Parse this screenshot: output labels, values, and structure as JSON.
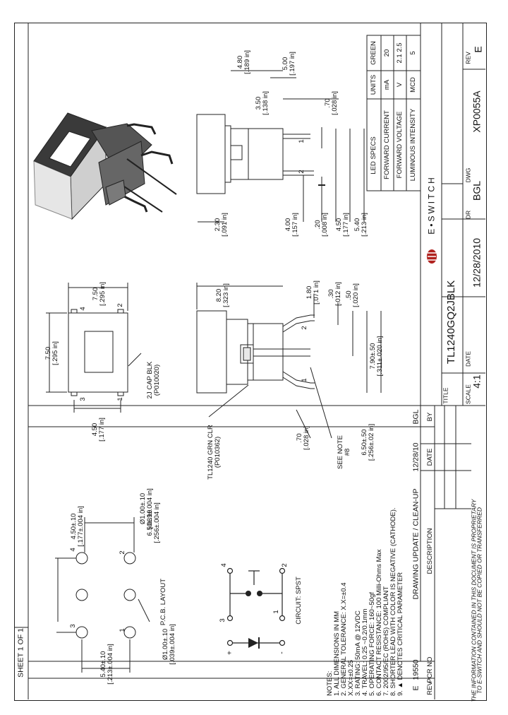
{
  "sheet": "SHEET 1 OF 1",
  "notes": {
    "heading": "NOTES:",
    "lines": [
      "1. ALL DIMENSIONS IN MM",
      "2. GENERAL TOLERANCE: X.X=±0.4",
      "      X.XX=±0.25",
      "3. RATING: 50mA @ 12VDC",
      "4. TRAVEL: 0.25 ~0.2/0.1mm",
      "5. OPERATING FORCE: 160~50gf",
      "6. CONTACT RESISTANCE: 100 Milli-Ohms Max",
      "7. 2002/95/EC (ROHS) COMPLIANT",
      "8. SHORTER LEAD WITH COLOR IS NEGATIVE (CATHODE).",
      "9. ▲ DENOTES CRITICAL PARAMETER"
    ]
  },
  "revisions": {
    "rev_header": "REV",
    "pcr_header": "PCR NO",
    "desc_header": "DESCRIPTION",
    "date_header": "DATE",
    "by_header": "BY",
    "rev": "E",
    "pcr": "19550",
    "desc": "DRAWING UPDATE / CLEAN-UP",
    "date": "12/28/10",
    "by": "BGL",
    "proprietary_1": "THE INFORMATION CONTAINED IN THIS DOCUMENT IS PROPRIETARY",
    "proprietary_2": "TO E-SWITCH AND SHOULD NOT BE COPIED OR TRANSFERRED"
  },
  "title_block": {
    "title_label": "TITLE",
    "title": "TL1240GQ2JBLK",
    "scale_label": "SCALE",
    "scale": "4:1",
    "date_label": "DATE",
    "date": "12/28/2010",
    "dr_label": "DR",
    "dr": "BGL",
    "dwg_label": "DWG",
    "dwg": "XP0055A",
    "rev_label": "REV",
    "rev": "E",
    "brand": "E•SWITCH"
  },
  "led_specs": {
    "title": "LED SPECS",
    "units_header": "UNITS",
    "color_header": "GREEN",
    "rows": [
      {
        "name": "FORWARD CURRENT",
        "unit": "mA",
        "value": "20"
      },
      {
        "name": "FORWARD VOLTAGE",
        "unit": "V",
        "value": "2.1 2.5"
      },
      {
        "name": "LUMINOUS INTENSITY",
        "unit": "MCD",
        "value": "5"
      }
    ]
  },
  "pcb": {
    "label": "P.C.B. LAYOUT",
    "dim_650": "6.50±.10",
    "dim_650_in": "[.256±.004 in]",
    "dim_450": "4.50±.10",
    "dim_450_in": "[.177±.004 in]",
    "dim_540": "5.40±.10",
    "dim_540_in": "[.213±.004 in]",
    "dim_hole_a": "Ø1.00±.10",
    "dim_hole_a_in": "[.039±.004 in]",
    "dim_hole_b": "Ø1.00±.10",
    "dim_hole_b_in": "[.039±.004 in]",
    "pins": [
      "1",
      "2",
      "3",
      "4"
    ]
  },
  "circuit": {
    "label": "CIRCUIT: SPST",
    "plus": "+",
    "minus": "-",
    "pins": [
      "1",
      "2",
      "3",
      "4"
    ]
  },
  "top_view": {
    "dim_750_a": "7.50",
    "dim_750_a_in": "[.295 in]",
    "dim_750_b": "7.50",
    "dim_750_b_in": "[.295 in]",
    "dim_450": "4.50",
    "dim_450_in": "[.177 in]",
    "cap_label_1": "2J CAP BLK",
    "cap_label_2": "(P010020)",
    "pins": [
      "1",
      "2",
      "3",
      "4"
    ]
  },
  "side_view": {
    "dim_820": "8.20",
    "dim_820_in": "[.323 in]",
    "dim_180": "1.80",
    "dim_180_in": "[.071 in]",
    "dim_30": ".30",
    "dim_30_in": "[.012 in]",
    "dim_50": ".50",
    "dim_50_in": "[.020 in]",
    "dim_790": "7.90±.50",
    "dim_790_in": "[.311±.020 in]",
    "dim_650": "6.50±.50",
    "dim_650_in": "[.256±.02 in]",
    "dim_70": ".70",
    "dim_70_in": "[.028 in]",
    "see_note_1": "SEE NOTE",
    "see_note_2": "#8",
    "body_label_1": "TL1240 GRN CLR",
    "body_label_2": "(P010362)",
    "pins": [
      "1",
      "2"
    ]
  },
  "front_view": {
    "dim_480": "4.80",
    "dim_480_in": "[.189 in]",
    "dim_500": "5.00",
    "dim_500_in": "[.197 in]",
    "dim_350": "3.50",
    "dim_350_in": "[.138 in]",
    "dim_70": ".70",
    "dim_70_in": "[.028 in]",
    "dim_230": "2.30",
    "dim_230_in": "[.091 in]",
    "dim_400": "4.00",
    "dim_400_in": "[.157 in]",
    "dim_20": ".20",
    "dim_20_in": "[.008 in]",
    "dim_450": "4.50",
    "dim_450_in": "[.177 in]",
    "dim_540": "5.40",
    "dim_540_in": "[.213 in]",
    "pins": [
      "1",
      "2"
    ]
  }
}
